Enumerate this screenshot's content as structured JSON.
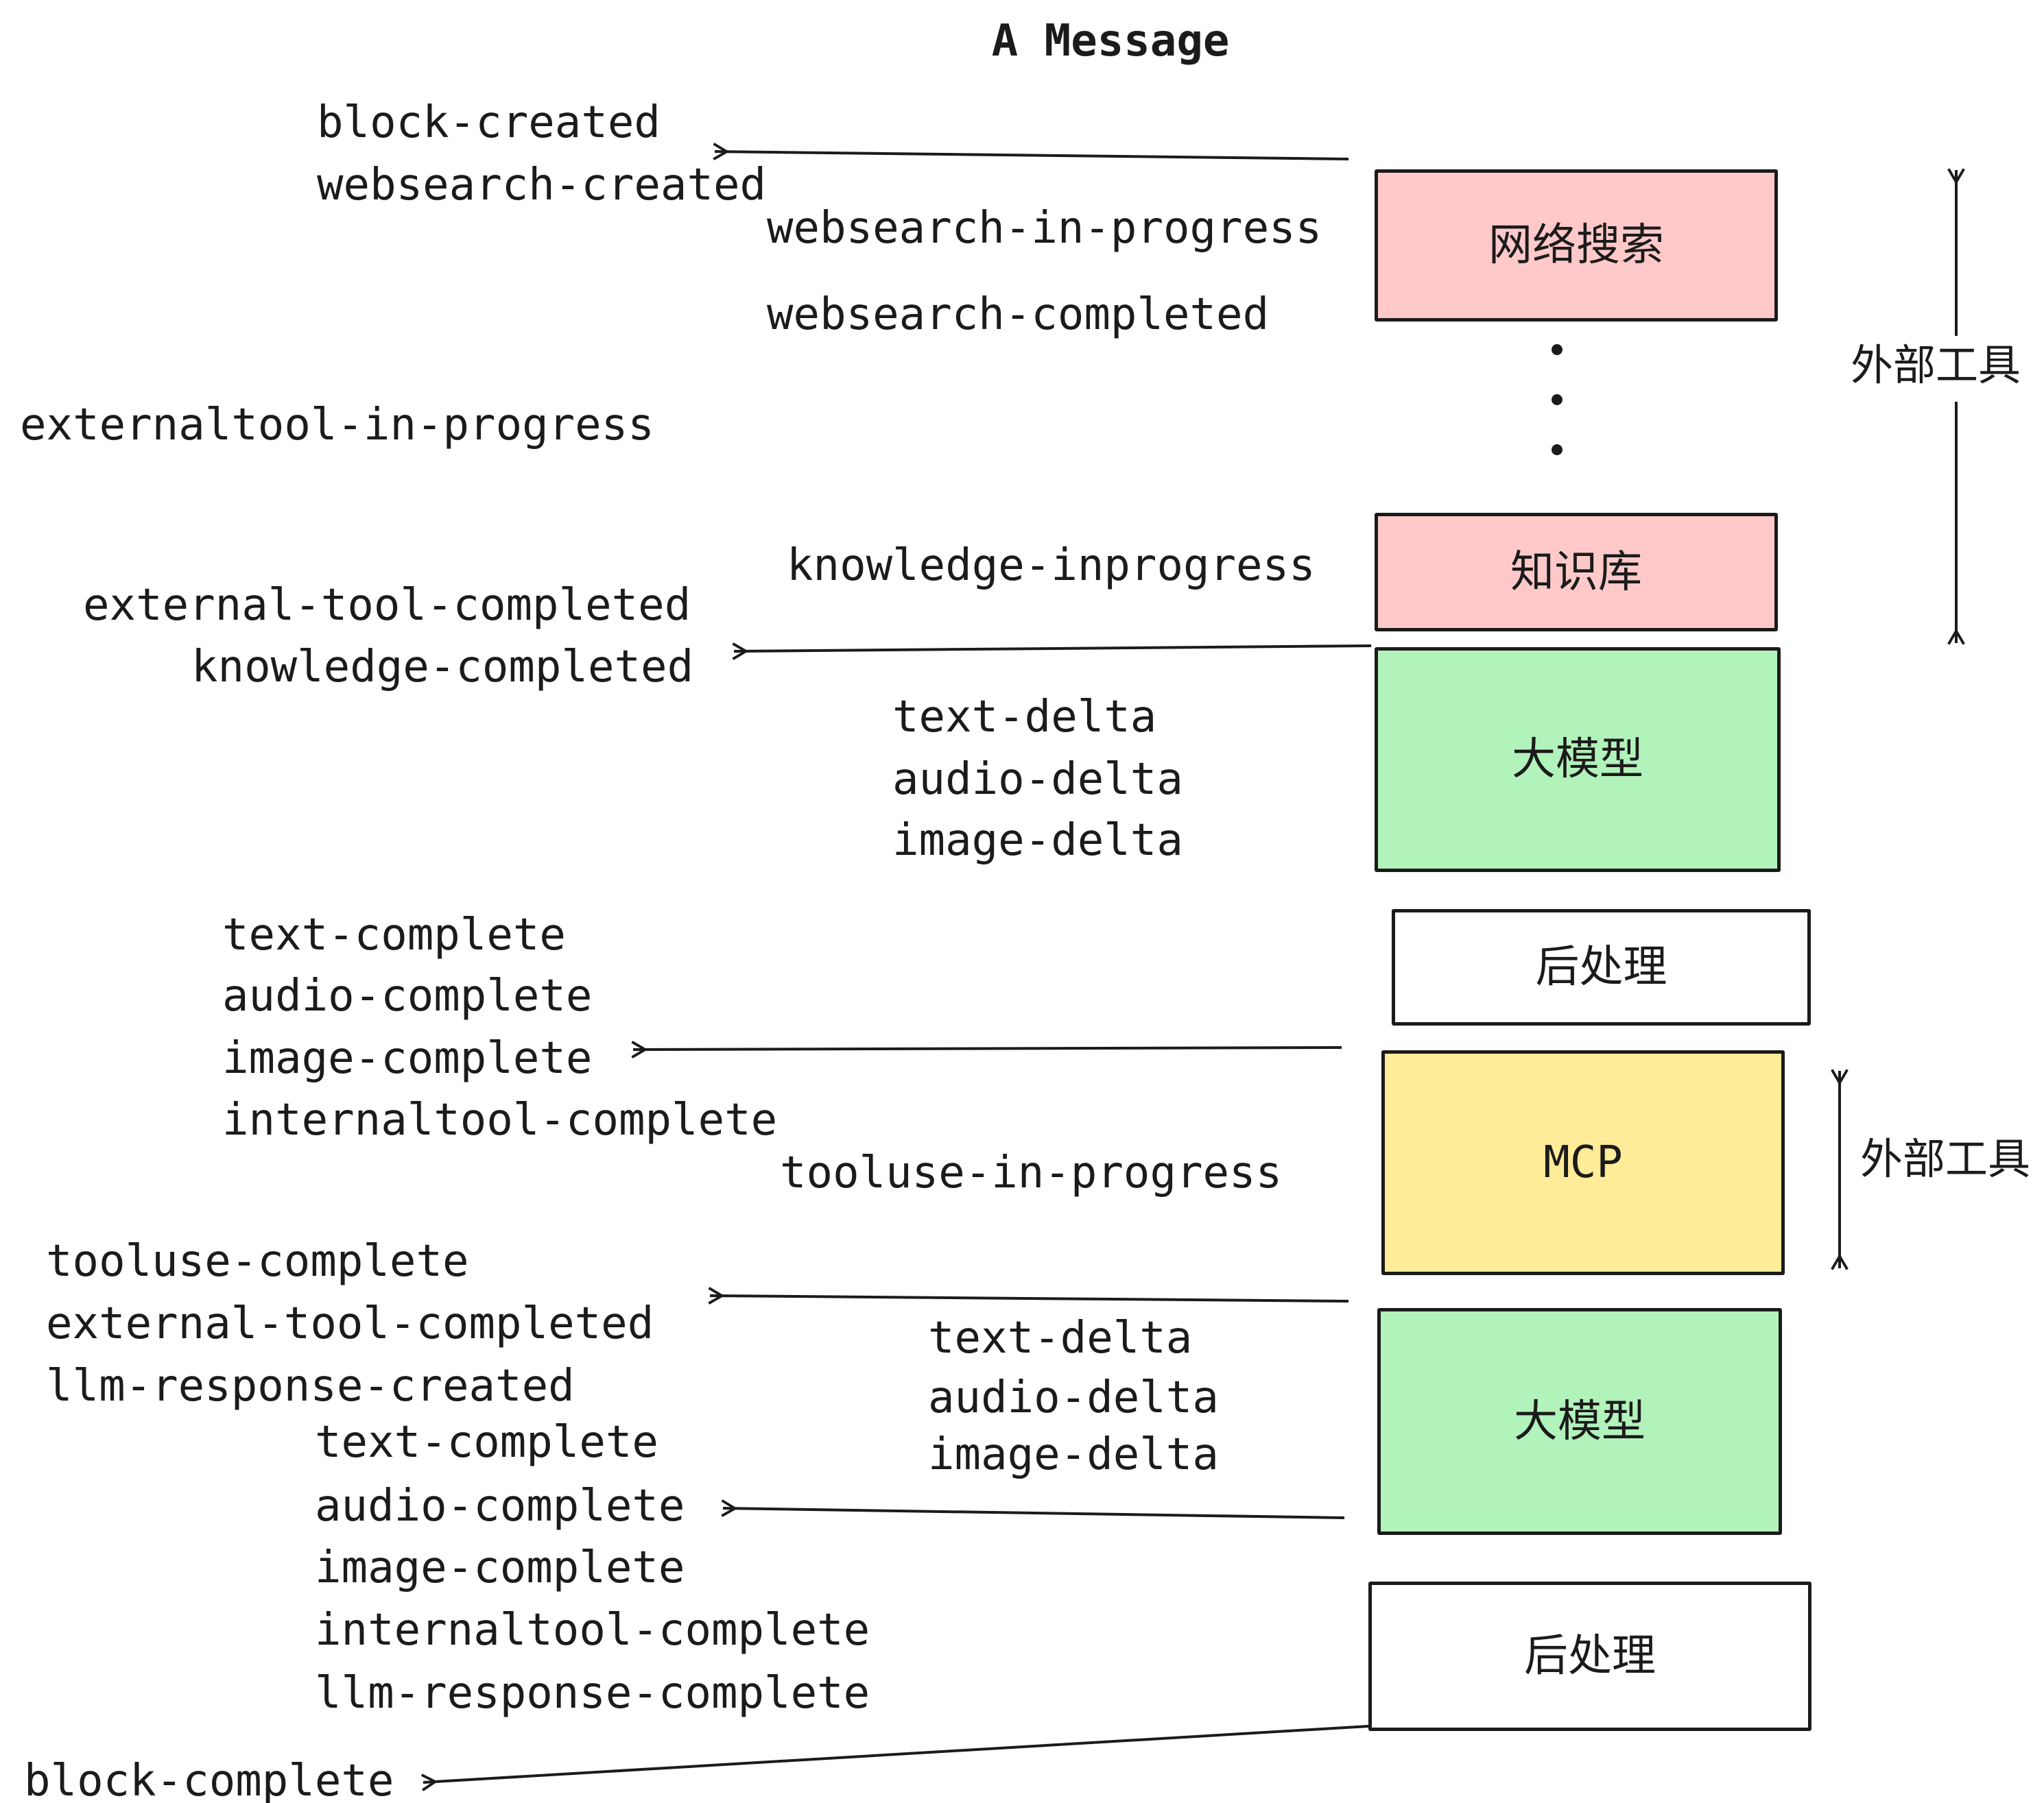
{
  "title": "A Message",
  "events": {
    "block_created": "block-created",
    "websearch_created": "websearch-created",
    "websearch_in_progress": "websearch-in-progress",
    "websearch_completed": "websearch-completed",
    "externaltool_in_progress": "externaltool-in-progress",
    "knowledge_inprogress": "knowledge-inprogress",
    "external_tool_completed_1": "external-tool-completed",
    "knowledge_completed": "knowledge-completed",
    "text_delta_1": "text-delta",
    "audio_delta_1": "audio-delta",
    "image_delta_1": "image-delta",
    "text_complete_1": "text-complete",
    "audio_complete_1": "audio-complete",
    "image_complete_1": "image-complete",
    "internaltool_complete_1": "internaltool-complete",
    "tooluse_in_progress": "tooluse-in-progress",
    "tooluse_complete": "tooluse-complete",
    "external_tool_completed_2": "external-tool-completed",
    "llm_response_created": "llm-response-created",
    "text_delta_2": "text-delta",
    "audio_delta_2": "audio-delta",
    "image_delta_2": "image-delta",
    "text_complete_2": "text-complete",
    "audio_complete_2": "audio-complete",
    "image_complete_2": "image-complete",
    "internaltool_complete_2": "internaltool-complete",
    "llm_response_complete": "llm-response-complete",
    "block_complete": "block-complete"
  },
  "boxes": {
    "websearch": {
      "label": "网络搜索",
      "color": "#ffc9c9"
    },
    "knowledge": {
      "label": "知识库",
      "color": "#ffc9c9"
    },
    "llm1": {
      "label": "大模型",
      "color": "#b2f2bb"
    },
    "post1": {
      "label": "后处理",
      "color": "#ffffff"
    },
    "mcp": {
      "label": "MCP",
      "color": "#ffec99"
    },
    "llm2": {
      "label": "大模型",
      "color": "#b2f2bb"
    },
    "post2": {
      "label": "后处理",
      "color": "#ffffff"
    }
  },
  "side_labels": {
    "external_tools_top": "外部工具",
    "external_tools_mid": "外部工具"
  },
  "stroke_color": "#1b1b1b"
}
